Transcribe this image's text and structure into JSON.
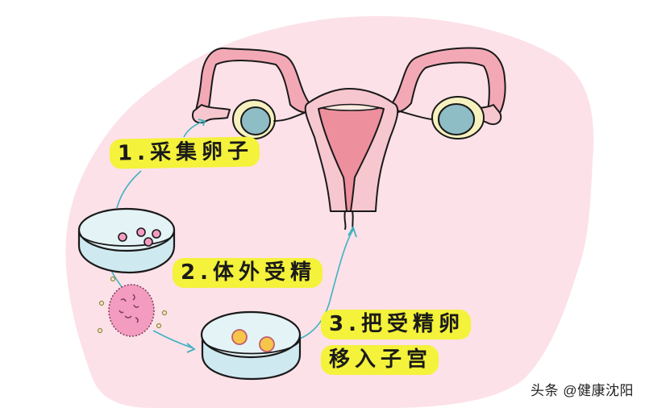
{
  "diagram": {
    "subject": "IVF process illustration",
    "steps": [
      {
        "number": "1.",
        "text": "采集卵子",
        "label": "1.采集卵子"
      },
      {
        "number": "2.",
        "text": "体外受精",
        "label": "2.体外受精"
      },
      {
        "number": "3.",
        "text": "把受精卵移入子宫",
        "label_line1": "3.把受精卵",
        "label_line2": "移入子宫"
      }
    ],
    "figures": {
      "uterus": "uterus-with-fallopian-tubes-and-ovaries",
      "dish1": "petri-dish-with-4-pink-eggs",
      "egg_cell": "pink-egg-cell-with-sperm",
      "dish2": "petri-dish-with-2-fertilized-eggs"
    },
    "arrows": [
      "ovary-to-step1",
      "step1-to-dish1",
      "dish1-to-egg-cell",
      "egg-cell-to-dish2",
      "dish2-to-uterus"
    ]
  },
  "watermark": "头条 @健康沈阳",
  "colors": {
    "background": "#ffffff",
    "blob": "#fce1e8",
    "label_bg": "#f4f23a",
    "uterus_pink": "#f3a9b5",
    "uterus_light": "#f7c7cf",
    "uterus_dark": "#ee8f9e",
    "ovary_blue": "#8fbdc6",
    "ovary_ring": "#f6f1bf",
    "arrow_teal": "#3fb2c0",
    "dish_blue": "#cfe9f0",
    "egg_pink": "#f39cc0",
    "fertilized_egg": "#f7c54a",
    "outline": "#1a1a1a"
  }
}
